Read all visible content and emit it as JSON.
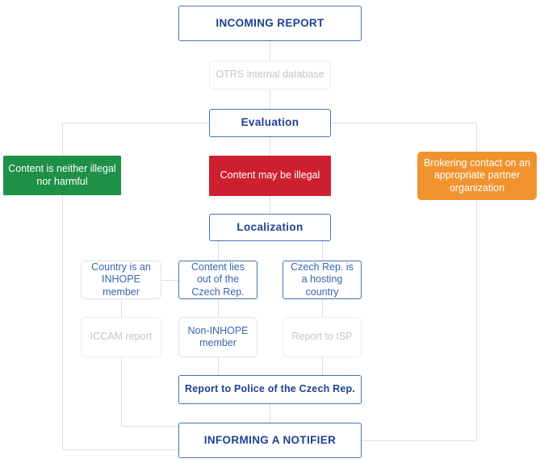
{
  "diagram": {
    "title": "Incoming report handling flowchart",
    "colors": {
      "primary_blue": "#4472b8",
      "text_blue": "#1f4091",
      "label_blue": "#3a64ad",
      "connector_gray": "#dcdddd",
      "muted_gray": "#c3c5c7",
      "green": "#1f9047",
      "red": "#cc2030",
      "orange": "#f0932f"
    },
    "nodes": {
      "incoming_report": "INCOMING REPORT",
      "otrs_database": "OTRS internal database",
      "evaluation": "Evaluation",
      "not_illegal": "Content is neither illegal nor harmful",
      "may_be_illegal": "Content may be illegal",
      "brokering_contact": "Brokering contact on an appropriate partner organization",
      "localization": "Localization",
      "inhope_member": "Country is an INHOPE member",
      "content_outside_cz": "Content lies out of the Czech Rep.",
      "czech_hosting": "Czech Rep. is a hosting country",
      "iccam_report": "ICCAM report",
      "non_inhope_member": "Non-INHOPE member",
      "report_to_isp": "Report to ISP",
      "report_to_police": "Report to Police of the Czech Rep.",
      "informing_notifier": "INFORMING A NOTIFIER"
    }
  }
}
